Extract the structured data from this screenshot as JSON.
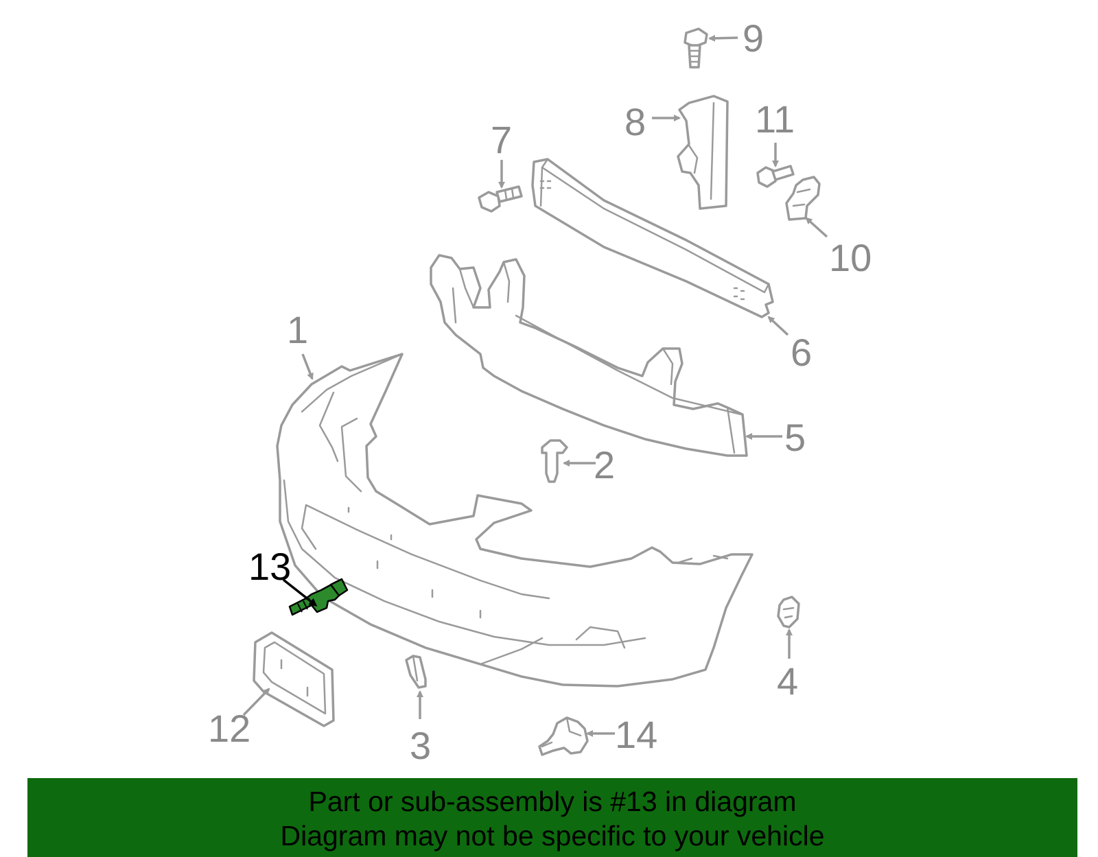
{
  "callouts": {
    "c1": "1",
    "c2": "2",
    "c3": "3",
    "c4": "4",
    "c5": "5",
    "c6": "6",
    "c7": "7",
    "c8": "8",
    "c9": "9",
    "c10": "10",
    "c11": "11",
    "c12": "12",
    "c13": "13",
    "c14": "14"
  },
  "highlighted_part": "13",
  "colors": {
    "banner_bg": "#0e6a0e",
    "highlight": "#2c8a2c",
    "line": "#9a9a9a"
  },
  "banner": {
    "line1": "Part or sub-assembly is #13 in diagram",
    "line2": "Diagram may not be specific to your vehicle"
  }
}
